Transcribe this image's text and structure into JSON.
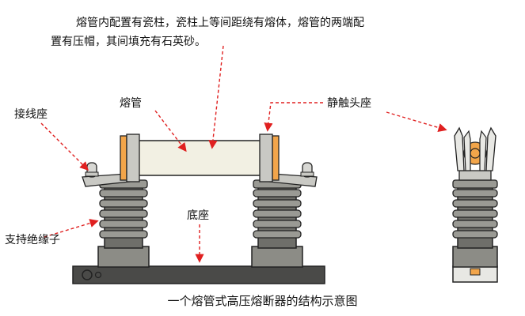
{
  "description": {
    "line1": "熔管内配置有瓷柱，瓷柱上等间距绕有熔体，熔管的两端配",
    "line2": "置有压帽，其间填充有石英砂。"
  },
  "labels": {
    "fuse_tube": "熔管",
    "static_contact_seat": "静触头座",
    "terminal_seat": "接线座",
    "base": "底座",
    "support_insulator": "支持绝缘子"
  },
  "caption": "一个熔管式高压熔断器的结构示意图",
  "colors": {
    "arrow": "#e02020",
    "insulator": "#8c8c86",
    "base": "#4a4a48",
    "tube": "#f2f0e3",
    "cap": "#f2a54a"
  }
}
